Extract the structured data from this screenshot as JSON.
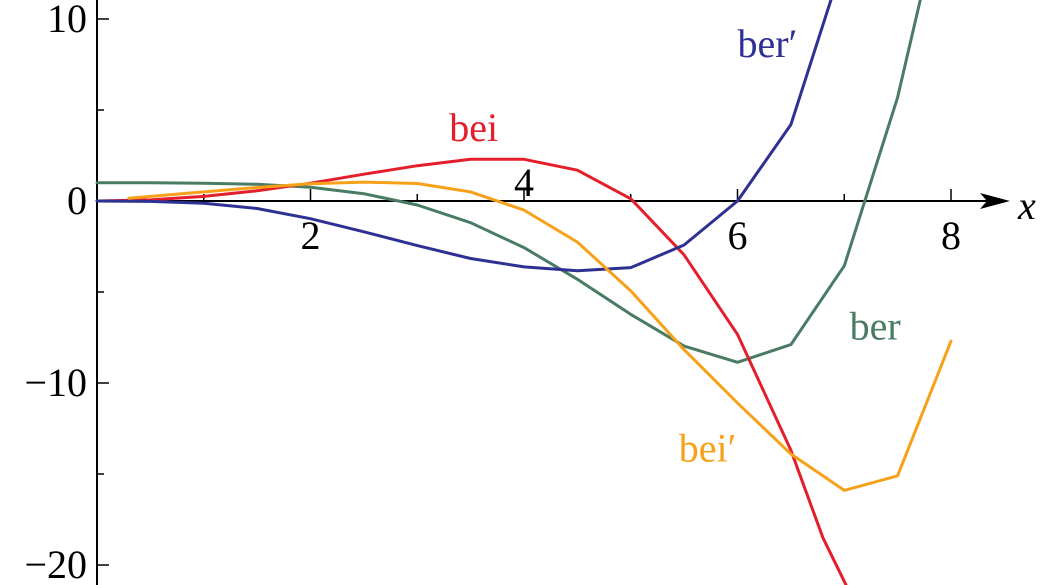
{
  "chart_data": {
    "type": "line",
    "xlabel": "x",
    "ylabel": "",
    "xlim": [
      0,
      8.3
    ],
    "ylim": [
      -21,
      11
    ],
    "x_ticks": [
      2,
      4,
      6,
      8
    ],
    "y_ticks": [
      10,
      0,
      -10,
      -20
    ],
    "x_tick_labels": [
      "2",
      "4",
      "6",
      "8"
    ],
    "y_tick_labels": [
      "10",
      "0",
      "−10",
      "−20"
    ],
    "grid": false,
    "legend": "none",
    "series": [
      {
        "name": "ber",
        "color": "#4a7b63",
        "label_anchor": [
          7.05,
          -7.6
        ],
        "points": [
          [
            0,
            1
          ],
          [
            0.5,
            1
          ],
          [
            1,
            0.98
          ],
          [
            1.5,
            0.92
          ],
          [
            2,
            0.75
          ],
          [
            2.5,
            0.4
          ],
          [
            3,
            -0.22
          ],
          [
            3.5,
            -1.19
          ],
          [
            4,
            -2.56
          ],
          [
            4.5,
            -4.3
          ],
          [
            5,
            -6.23
          ],
          [
            5.5,
            -7.97
          ],
          [
            6,
            -8.86
          ],
          [
            6.5,
            -7.89
          ],
          [
            7,
            -3.56
          ],
          [
            7.5,
            5.69
          ],
          [
            7.75,
            12
          ]
        ]
      },
      {
        "name": "bei",
        "color": "#e41e2b",
        "label_anchor": [
          3.3,
          3.3
        ],
        "points": [
          [
            0,
            0
          ],
          [
            0.5,
            0.06
          ],
          [
            1,
            0.25
          ],
          [
            1.5,
            0.56
          ],
          [
            2,
            0.98
          ],
          [
            2.5,
            1.47
          ],
          [
            3,
            1.94
          ],
          [
            3.5,
            2.29
          ],
          [
            4,
            2.29
          ],
          [
            4.5,
            1.69
          ],
          [
            5,
            0.12
          ],
          [
            5.5,
            -2.96
          ],
          [
            6,
            -7.33
          ],
          [
            6.5,
            -13.7
          ],
          [
            6.8,
            -18.5
          ],
          [
            7.05,
            -21.5
          ]
        ]
      },
      {
        "name": "ber′",
        "color": "#2e3192",
        "label_anchor": [
          6.0,
          7.9
        ],
        "points": [
          [
            0,
            0
          ],
          [
            0.5,
            -0.02
          ],
          [
            1,
            -0.12
          ],
          [
            1.5,
            -0.41
          ],
          [
            2,
            -0.97
          ],
          [
            2.5,
            -1.69
          ],
          [
            3,
            -2.45
          ],
          [
            3.5,
            -3.16
          ],
          [
            4,
            -3.62
          ],
          [
            4.5,
            -3.83
          ],
          [
            5,
            -3.66
          ],
          [
            5.5,
            -2.42
          ],
          [
            6,
            0.0
          ],
          [
            6.5,
            4.2
          ],
          [
            6.9,
            11.5
          ]
        ]
      },
      {
        "name": "bei′",
        "color": "#f7a11a",
        "label_anchor": [
          5.45,
          -14.3
        ],
        "points": [
          [
            0.3,
            0.15
          ],
          [
            0.5,
            0.25
          ],
          [
            1,
            0.5
          ],
          [
            1.5,
            0.74
          ],
          [
            2,
            0.95
          ],
          [
            2.5,
            1.04
          ],
          [
            3,
            0.96
          ],
          [
            3.5,
            0.5
          ],
          [
            4,
            -0.5
          ],
          [
            4.5,
            -2.26
          ],
          [
            5,
            -4.94
          ],
          [
            5.5,
            -8.17
          ],
          [
            6,
            -11.1
          ],
          [
            6.5,
            -13.9
          ],
          [
            7,
            -15.9
          ],
          [
            7.5,
            -15.1
          ],
          [
            8,
            -7.7
          ]
        ]
      }
    ]
  }
}
